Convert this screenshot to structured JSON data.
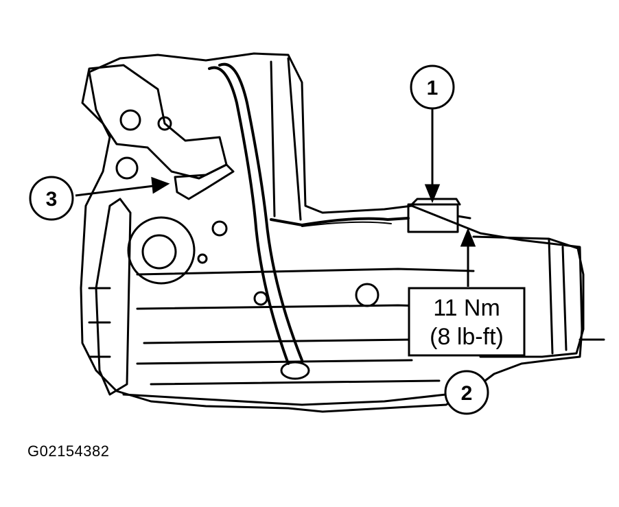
{
  "callouts": [
    {
      "id": "callout-1",
      "label": "1"
    },
    {
      "id": "callout-2",
      "label": "2"
    },
    {
      "id": "callout-3",
      "label": "3"
    }
  ],
  "torque_spec": {
    "line1": "11 Nm",
    "line2": "(8 lb-ft)"
  },
  "figure_id": "G02154382"
}
